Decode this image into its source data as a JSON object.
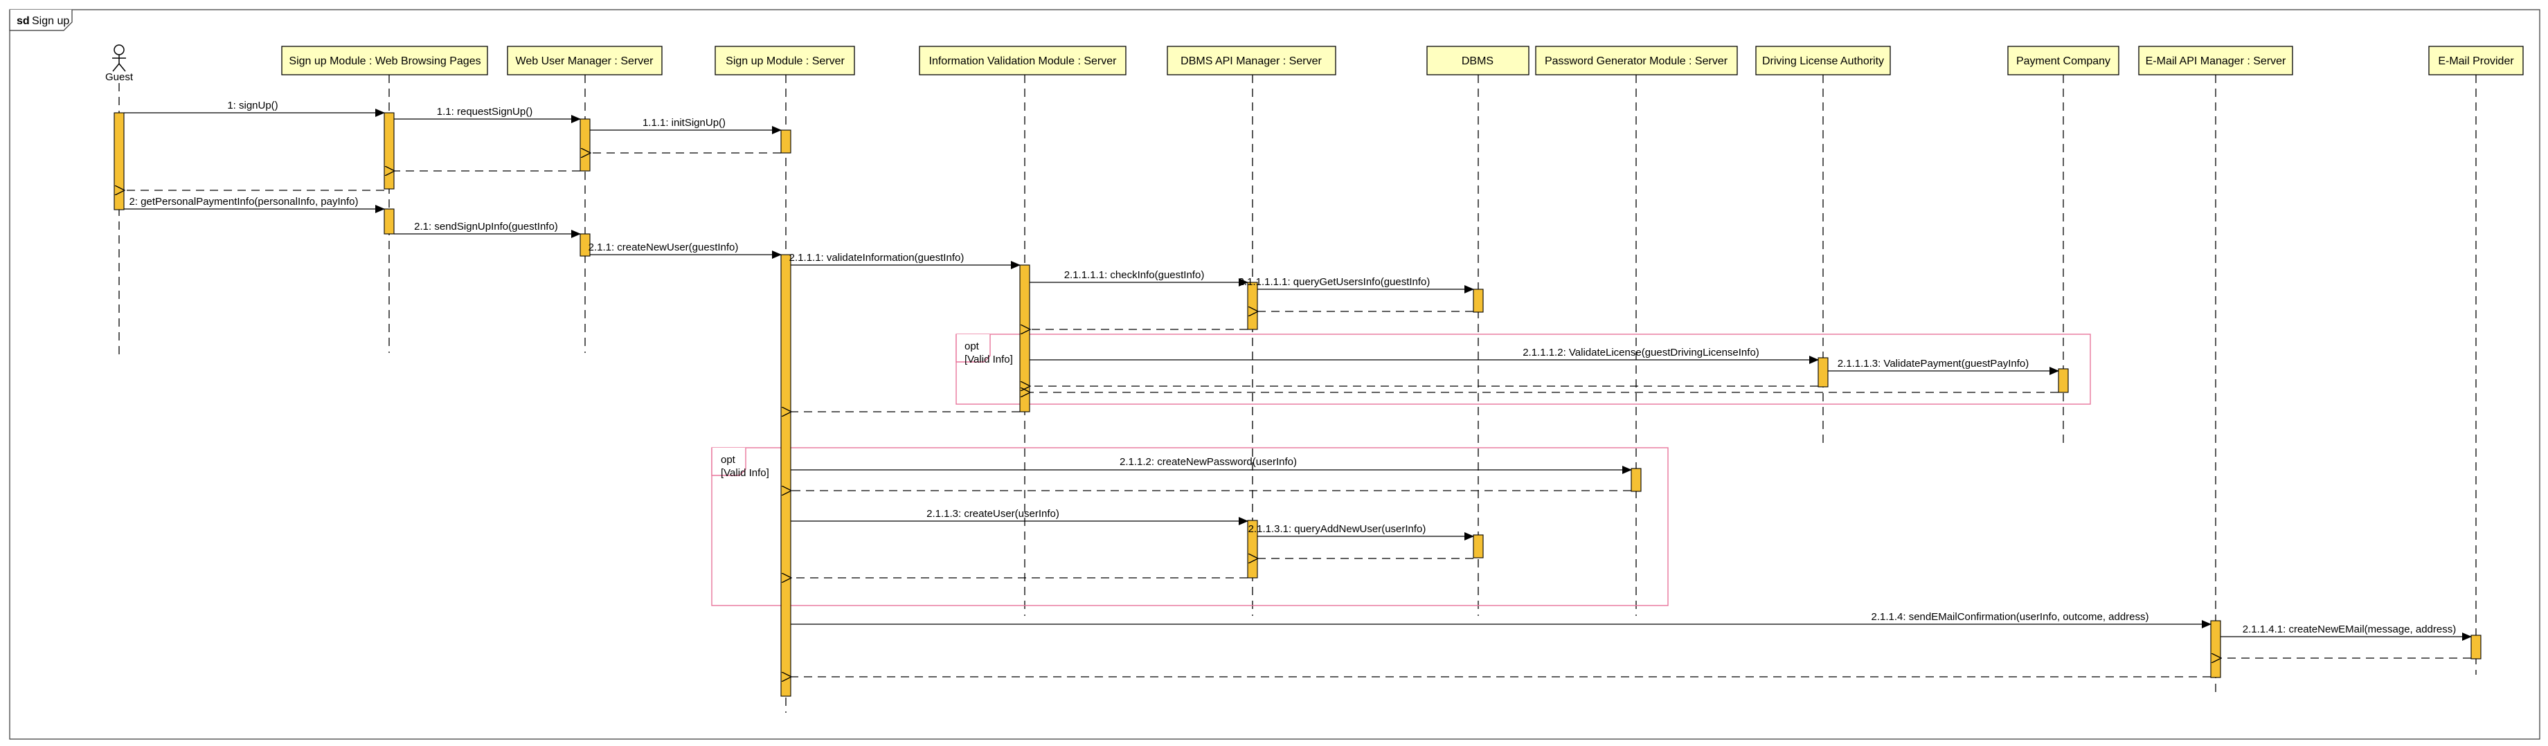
{
  "frame": {
    "keyword": "sd",
    "title": "Sign up"
  },
  "colors": {
    "header_fill": "#ffffc0",
    "activation_fill": "#f5c033",
    "opt_border": "#e8759b",
    "line": "#000000"
  },
  "actor": {
    "name": "Guest"
  },
  "lifelines": [
    {
      "id": "web",
      "label": "Sign up Module : Web Browsing Pages"
    },
    {
      "id": "wum",
      "label": "Web User Manager : Server"
    },
    {
      "id": "sum",
      "label": "Sign up Module : Server"
    },
    {
      "id": "ivm",
      "label": "Information Validation Module : Server"
    },
    {
      "id": "dam",
      "label": "DBMS API Manager : Server"
    },
    {
      "id": "dbms",
      "label": "DBMS"
    },
    {
      "id": "pgm",
      "label": "Password Generator Module : Server"
    },
    {
      "id": "dla",
      "label": "Driving License Authority"
    },
    {
      "id": "pc",
      "label": "Payment Company"
    },
    {
      "id": "eam",
      "label": "E-Mail API Manager : Server"
    },
    {
      "id": "ep",
      "label": "E-Mail Provider"
    }
  ],
  "messages": [
    {
      "id": "m1",
      "label": "1: signUp()"
    },
    {
      "id": "m2",
      "label": "1.1: requestSignUp()"
    },
    {
      "id": "m3",
      "label": "1.1.1: initSignUp()"
    },
    {
      "id": "m4",
      "label": "2: getPersonalPaymentInfo(personalInfo, payInfo)"
    },
    {
      "id": "m5",
      "label": "2.1: sendSignUpInfo(guestInfo)"
    },
    {
      "id": "m6",
      "label": "2.1.1: createNewUser(guestInfo)"
    },
    {
      "id": "m7",
      "label": "2.1.1.1: validateInformation(guestInfo)"
    },
    {
      "id": "m8",
      "label": "2.1.1.1.1: checkInfo(guestInfo)"
    },
    {
      "id": "m9",
      "label": "2.1.1.1.1.1: queryGetUsersInfo(guestInfo)"
    },
    {
      "id": "m10",
      "label": "2.1.1.1.2: ValidateLicense(guestDrivingLicenseInfo)"
    },
    {
      "id": "m11",
      "label": "2.1.1.1.3: ValidatePayment(guestPayInfo)"
    },
    {
      "id": "m12",
      "label": "2.1.1.2: createNewPassword(userInfo)"
    },
    {
      "id": "m13",
      "label": "2.1.1.3: createUser(userInfo)"
    },
    {
      "id": "m14",
      "label": "2.1.1.3.1: queryAddNewUser(userInfo)"
    },
    {
      "id": "m15",
      "label": "2.1.1.4: sendEMailConfirmation(userInfo, outcome, address)"
    },
    {
      "id": "m16",
      "label": "2.1.1.4.1: createNewEMail(message, address)"
    }
  ],
  "fragments": [
    {
      "id": "opt1",
      "operator": "opt",
      "guard": "[Valid Info]"
    },
    {
      "id": "opt2",
      "operator": "opt",
      "guard": "[Valid Info]"
    }
  ]
}
